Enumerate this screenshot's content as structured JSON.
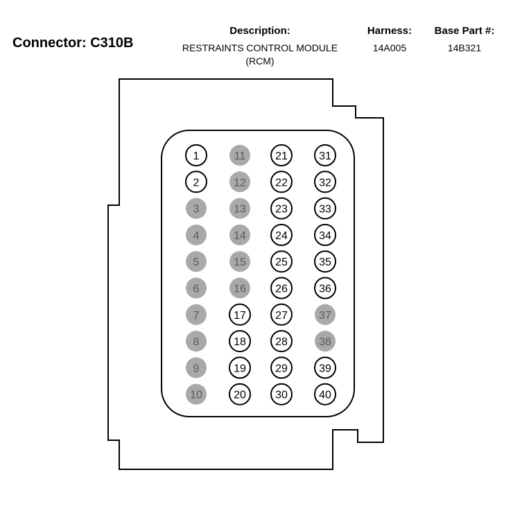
{
  "header": {
    "connector_title": "Connector: C310B",
    "description_label": "Description:",
    "description_value_line1": "RESTRAINTS CONTROL MODULE",
    "description_value_line2": "(RCM)",
    "harness_label": "Harness:",
    "harness_value": "14A005",
    "base_part_label": "Base Part #:",
    "base_part_value": "14B321"
  },
  "colors": {
    "active_pin_stroke": "#000000",
    "active_pin_fill": "#ffffff",
    "active_pin_text": "#000000",
    "unused_pin_fill": "#a9a9a9",
    "unused_pin_text": "#5a5a5a",
    "outline": "#000000"
  },
  "pins": [
    {
      "label": "1",
      "state": "active"
    },
    {
      "label": "2",
      "state": "active"
    },
    {
      "label": "3",
      "state": "unused"
    },
    {
      "label": "4",
      "state": "unused"
    },
    {
      "label": "5",
      "state": "unused"
    },
    {
      "label": "6",
      "state": "unused"
    },
    {
      "label": "7",
      "state": "unused"
    },
    {
      "label": "8",
      "state": "unused"
    },
    {
      "label": "9",
      "state": "unused"
    },
    {
      "label": "10",
      "state": "unused"
    },
    {
      "label": "11",
      "state": "unused"
    },
    {
      "label": "12",
      "state": "unused"
    },
    {
      "label": "13",
      "state": "unused"
    },
    {
      "label": "14",
      "state": "unused"
    },
    {
      "label": "15",
      "state": "unused"
    },
    {
      "label": "16",
      "state": "unused"
    },
    {
      "label": "17",
      "state": "active"
    },
    {
      "label": "18",
      "state": "active"
    },
    {
      "label": "19",
      "state": "active"
    },
    {
      "label": "20",
      "state": "active"
    },
    {
      "label": "21",
      "state": "active"
    },
    {
      "label": "22",
      "state": "active"
    },
    {
      "label": "23",
      "state": "active"
    },
    {
      "label": "24",
      "state": "active"
    },
    {
      "label": "25",
      "state": "active"
    },
    {
      "label": "26",
      "state": "active"
    },
    {
      "label": "27",
      "state": "active"
    },
    {
      "label": "28",
      "state": "active"
    },
    {
      "label": "29",
      "state": "active"
    },
    {
      "label": "30",
      "state": "active"
    },
    {
      "label": "31",
      "state": "active"
    },
    {
      "label": "32",
      "state": "active"
    },
    {
      "label": "33",
      "state": "active"
    },
    {
      "label": "34",
      "state": "active"
    },
    {
      "label": "35",
      "state": "active"
    },
    {
      "label": "36",
      "state": "active"
    },
    {
      "label": "37",
      "state": "unused"
    },
    {
      "label": "38",
      "state": "unused"
    },
    {
      "label": "39",
      "state": "active"
    },
    {
      "label": "40",
      "state": "active"
    }
  ]
}
